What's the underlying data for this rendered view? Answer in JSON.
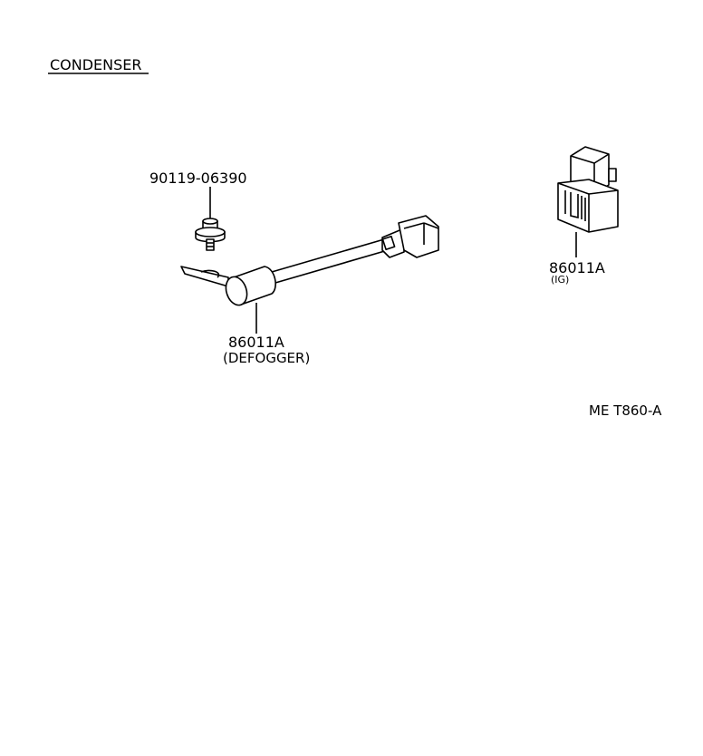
{
  "page_title": "CONDENSER",
  "callouts": {
    "bolt": {
      "part_number": "90119-06390"
    },
    "defogger_condenser": {
      "part_number": "86011A",
      "note": "(DEFOGGER)"
    },
    "ig_condenser": {
      "part_number": "86011A",
      "note": "(IG)"
    }
  },
  "figure_code": "ME T860-A"
}
